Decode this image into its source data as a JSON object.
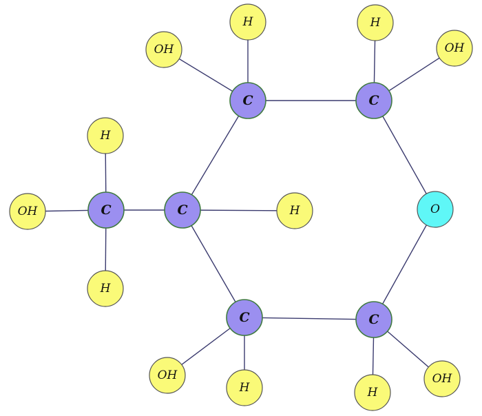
{
  "colors": {
    "carbon_fill": "#9b8ff0",
    "carbon_stroke": "#3f7a3f",
    "hydrogen_fill": "#fafa78",
    "hydrogen_stroke": "#555555",
    "hydroxyl_fill": "#fafa78",
    "hydroxyl_stroke": "#555555",
    "oxygen_fill": "#5ff7f7",
    "oxygen_stroke": "#555555",
    "bond": "#3a3a6e"
  },
  "atoms": [
    {
      "id": "c1",
      "element": "C",
      "label": "C"
    },
    {
      "id": "c2",
      "element": "C",
      "label": "C"
    },
    {
      "id": "c3",
      "element": "C",
      "label": "C"
    },
    {
      "id": "c4",
      "element": "C",
      "label": "C"
    },
    {
      "id": "c5",
      "element": "C",
      "label": "C"
    },
    {
      "id": "c6",
      "element": "C",
      "label": "C"
    },
    {
      "id": "o_ring",
      "element": "O",
      "label": "O"
    },
    {
      "id": "h_c1_top",
      "element": "H",
      "label": "H"
    },
    {
      "id": "oh_c1",
      "element": "OH",
      "label": "OH"
    },
    {
      "id": "h_c2_top",
      "element": "H",
      "label": "H"
    },
    {
      "id": "oh_c2",
      "element": "OH",
      "label": "OH"
    },
    {
      "id": "h_c3",
      "element": "H",
      "label": "H"
    },
    {
      "id": "h_c4_top",
      "element": "H",
      "label": "H"
    },
    {
      "id": "oh_c4",
      "element": "OH",
      "label": "OH"
    },
    {
      "id": "h_c4_bottom",
      "element": "H",
      "label": "H"
    },
    {
      "id": "oh_c5",
      "element": "OH",
      "label": "OH"
    },
    {
      "id": "h_c5",
      "element": "H",
      "label": "H"
    },
    {
      "id": "h_c6",
      "element": "H",
      "label": "H"
    },
    {
      "id": "oh_c6",
      "element": "OH",
      "label": "OH"
    }
  ],
  "bonds": [
    [
      "c1",
      "c2"
    ],
    [
      "c2",
      "o_ring"
    ],
    [
      "o_ring",
      "c6"
    ],
    [
      "c6",
      "c5"
    ],
    [
      "c5",
      "c3"
    ],
    [
      "c3",
      "c1"
    ],
    [
      "c3",
      "c4"
    ],
    [
      "c3",
      "h_c3"
    ],
    [
      "c1",
      "h_c1_top"
    ],
    [
      "c1",
      "oh_c1"
    ],
    [
      "c2",
      "h_c2_top"
    ],
    [
      "c2",
      "oh_c2"
    ],
    [
      "c4",
      "h_c4_top"
    ],
    [
      "c4",
      "oh_c4"
    ],
    [
      "c4",
      "h_c4_bottom"
    ],
    [
      "c5",
      "oh_c5"
    ],
    [
      "c5",
      "h_c5"
    ],
    [
      "c6",
      "h_c6"
    ],
    [
      "c6",
      "oh_c6"
    ]
  ]
}
